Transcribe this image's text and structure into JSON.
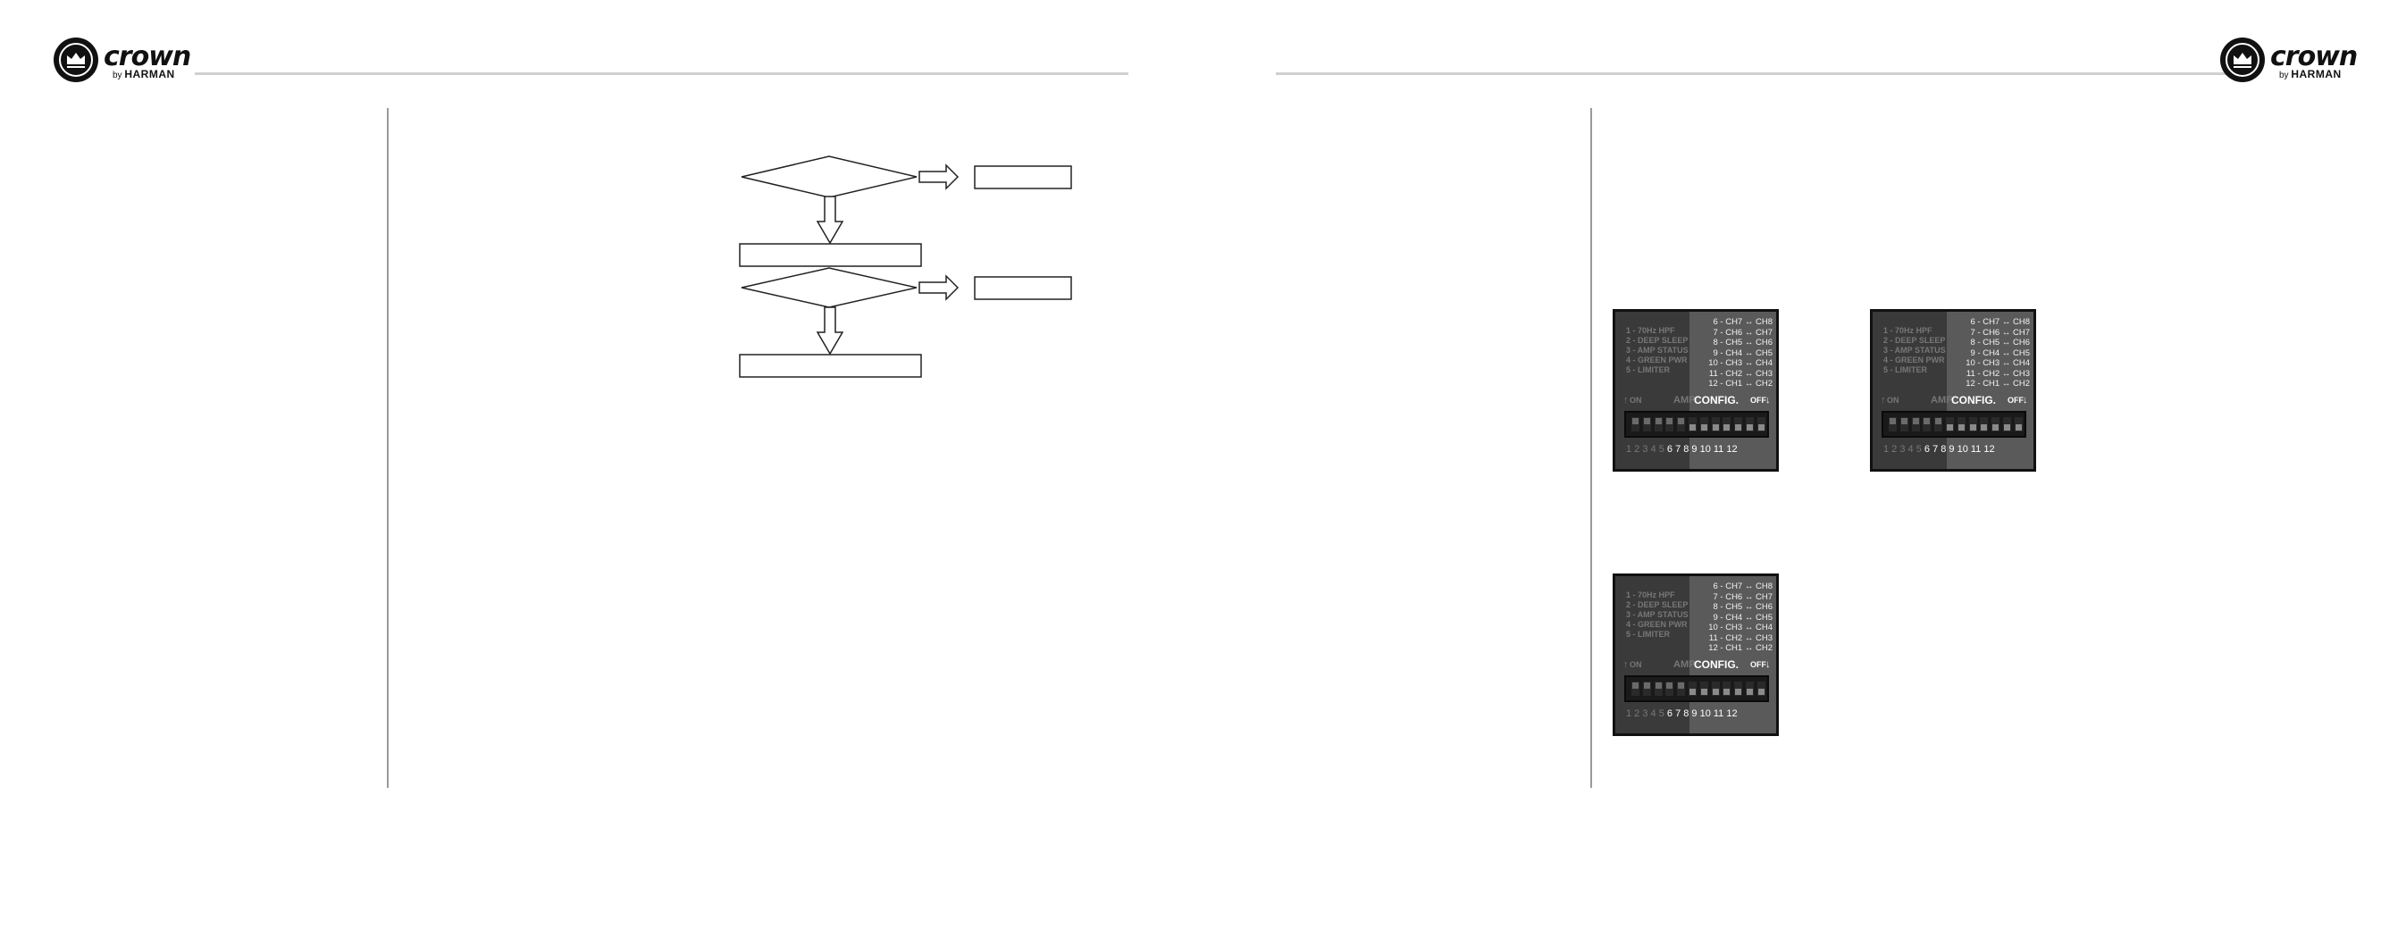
{
  "header": {
    "brand": "crown",
    "byline_prefix": "by",
    "byline_brand": "HARMAN"
  },
  "flowchart": {
    "nodes": [
      "",
      "",
      "",
      "",
      "",
      ""
    ]
  },
  "panels": [
    {
      "function_list": "1 - 70Hz HPF\n2 - DEEP SLEEP\n3 - AMP STATUS\n4 - GREEN PWR\n5 - LIMITER",
      "channel_list": "6 - CH7 ↔ CH8\n7 - CH6 ↔ CH7\n8 - CH5 ↔ CH6\n9 - CH4 ↔ CH5\n10 - CH3 ↔ CH4\n11 - CH2 ↔ CH3\n12 - CH1 ↔ CH2",
      "label_on": "ON",
      "label_amp": "AMP",
      "label_config": "CONFIG.",
      "label_off": "OFF",
      "switch_numbers_dim": "1 2 3 4 5",
      "switch_numbers_lit": "6 7 8 9 10 11 12"
    },
    {
      "function_list": "1 - 70Hz HPF\n2 - DEEP SLEEP\n3 - AMP STATUS\n4 - GREEN PWR\n5 - LIMITER",
      "channel_list": "6 - CH7 ↔ CH8\n7 - CH6 ↔ CH7\n8 - CH5 ↔ CH6\n9 - CH4 ↔ CH5\n10 - CH3 ↔ CH4\n11 - CH2 ↔ CH3\n12 - CH1 ↔ CH2",
      "label_on": "ON",
      "label_amp": "AMP",
      "label_config": "CONFIG.",
      "label_off": "OFF",
      "switch_numbers_dim": "1 2 3 4 5",
      "switch_numbers_lit": "6 7 8 9 10 11 12"
    },
    {
      "function_list": "1 - 70Hz HPF\n2 - DEEP SLEEP\n3 - AMP STATUS\n4 - GREEN PWR\n5 - LIMITER",
      "channel_list": "6 - CH7 ↔ CH8\n7 - CH6 ↔ CH7\n8 - CH5 ↔ CH6\n9 - CH4 ↔ CH5\n10 - CH3 ↔ CH4\n11 - CH2 ↔ CH3\n12 - CH1 ↔ CH2",
      "label_on": "ON",
      "label_amp": "AMP",
      "label_config": "CONFIG.",
      "label_off": "OFF",
      "switch_numbers_dim": "1 2 3 4 5",
      "switch_numbers_lit": "6 7 8 9 10 11 12"
    }
  ],
  "colors": {
    "rule": "#d0d0d0",
    "panel_dark": "#3a3a3a",
    "panel_light": "#5a5a5a"
  }
}
